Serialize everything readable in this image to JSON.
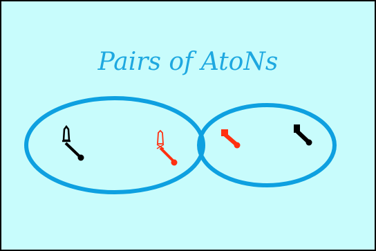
{
  "title": "Pairs of AtoNs",
  "colors": {
    "background": "#c8fcfc",
    "border": "#000000",
    "title": "#1ea8e0",
    "ellipse": "#0ea0e0",
    "black_symbol": "#000000",
    "red_symbol": "#ff3010"
  },
  "pairs": [
    {
      "label": "",
      "aids": [
        {
          "icon": "light-tower-icon",
          "color": "black",
          "style": "outline"
        },
        {
          "icon": "light-tower-icon",
          "color": "red",
          "style": "outline"
        }
      ]
    },
    {
      "label": "",
      "aids": [
        {
          "icon": "buoy-icon",
          "color": "red",
          "style": "filled"
        },
        {
          "icon": "buoy-icon",
          "color": "black",
          "style": "filled"
        }
      ]
    }
  ]
}
